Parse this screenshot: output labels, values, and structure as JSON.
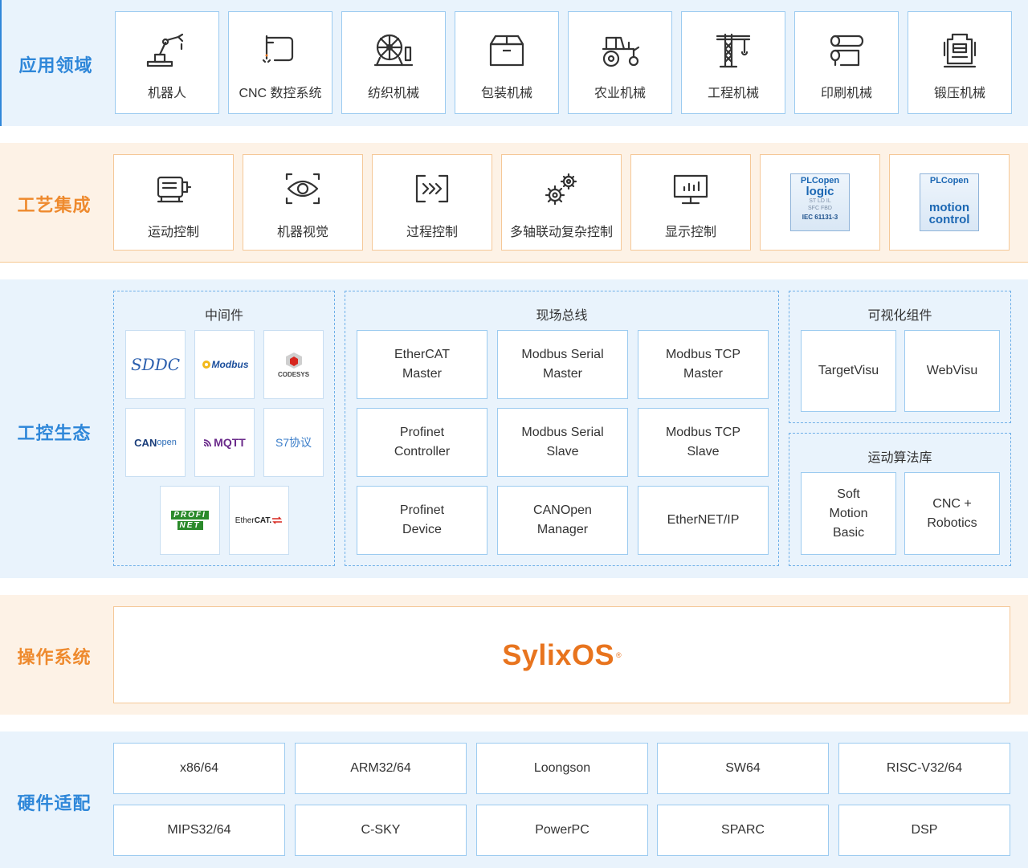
{
  "sections": {
    "application": {
      "title": "应用领域",
      "items": [
        {
          "label": "机器人",
          "icon": "robot-arm-icon"
        },
        {
          "label": "CNC 数控系统",
          "icon": "cnc-machine-icon"
        },
        {
          "label": "纺织机械",
          "icon": "textile-machine-icon"
        },
        {
          "label": "包装机械",
          "icon": "package-box-icon"
        },
        {
          "label": "农业机械",
          "icon": "tractor-icon"
        },
        {
          "label": "工程机械",
          "icon": "tower-crane-icon"
        },
        {
          "label": "印刷机械",
          "icon": "printing-roller-icon"
        },
        {
          "label": "锻压机械",
          "icon": "forging-press-icon"
        }
      ]
    },
    "process": {
      "title": "工艺集成",
      "items": [
        {
          "label": "运动控制",
          "icon": "motor-icon"
        },
        {
          "label": "机器视觉",
          "icon": "eye-icon"
        },
        {
          "label": "过程控制",
          "icon": "process-arrows-icon"
        },
        {
          "label": "多轴联动复杂控制",
          "icon": "gears-icon"
        },
        {
          "label": "显示控制",
          "icon": "monitor-chart-icon"
        }
      ],
      "plcopen_logic": {
        "brand": "PLCopen",
        "main": "logic",
        "sub1": "ST  LD  IL",
        "sub2": "SFC  FBD",
        "std": "IEC 61131-3"
      },
      "plcopen_motion": {
        "brand": "PLCopen",
        "main1": "motion",
        "main2": "control"
      }
    },
    "ecosystem": {
      "title": "工控生态",
      "middleware": {
        "title": "中间件",
        "logos": {
          "sddc": "SDDC",
          "modbus": "Modbus",
          "codesys": "CODESYS",
          "canopen_can": "CAN",
          "canopen_open": "open",
          "mqtt": "MQTT",
          "s7": "S7协议",
          "profinet_1": "PROFI",
          "profinet_2": "NET",
          "ethercat_1": "Ether",
          "ethercat_2": "CAT."
        }
      },
      "fieldbus": {
        "title": "现场总线",
        "items": [
          "EtherCAT\nMaster",
          "Modbus Serial\nMaster",
          "Modbus TCP\nMaster",
          "Profinet\nController",
          "Modbus Serial\nSlave",
          "Modbus TCP\nSlave",
          "Profinet\nDevice",
          "CANOpen\nManager",
          "EtherNET/IP"
        ]
      },
      "visual": {
        "title": "可视化组件",
        "items": [
          "TargetVisu",
          "WebVisu"
        ]
      },
      "motion_lib": {
        "title": "运动算法库",
        "items": [
          "Soft\nMotion\nBasic",
          "CNC +\nRobotics"
        ]
      }
    },
    "os": {
      "title": "操作系统",
      "name": "SylixOS",
      "reg": "®"
    },
    "hardware": {
      "title": "硬件适配",
      "items": [
        "x86/64",
        "ARM32/64",
        "Loongson",
        "SW64",
        "RISC-V32/64",
        "MIPS32/64",
        "C-SKY",
        "PowerPC",
        "SPARC",
        "DSP"
      ]
    }
  },
  "colors": {
    "blue_accent": "#2f87d9",
    "orange_accent": "#ee8a2e",
    "os_orange": "#e8741e",
    "blue_band": "#e9f3fc",
    "orange_band": "#fdf2e6"
  }
}
